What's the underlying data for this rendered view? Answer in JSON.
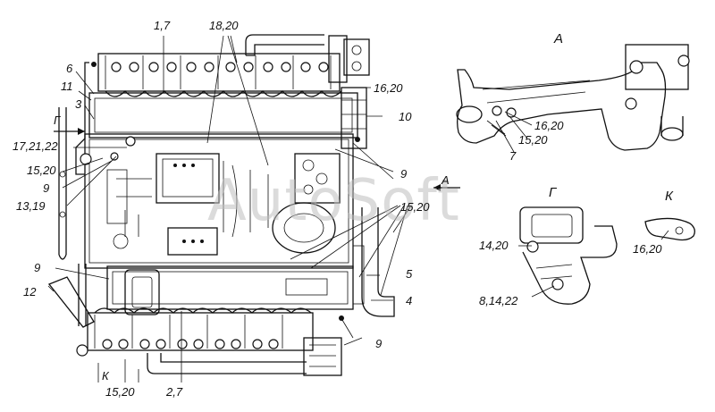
{
  "watermark": "AutoSoft",
  "labels": {
    "l_1_7": "1,7",
    "l_18_20": "18,20",
    "l_6": "6",
    "l_11": "11",
    "l_3": "3",
    "l_G_arrow": "Г",
    "l_17_21_22": "17,21,22",
    "l_15_20_left": "15,20",
    "l_9_left_a": "9",
    "l_13_19": "13,19",
    "l_16_20_top": "16,20",
    "l_10": "10",
    "l_9_mid": "9",
    "l_15_20_mid": "15,20",
    "l_5": "5",
    "l_4": "4",
    "l_9_left_b": "9",
    "l_12": "12",
    "l_9_bottom": "9",
    "l_K_bottom": "К",
    "l_15_20_bottom": "15,20",
    "l_2_7": "2,7",
    "l_A_view": "А",
    "l_16_20_A": "16,20",
    "l_15_20_A": "15,20",
    "l_7_A": "7",
    "l_A_arrow": "А",
    "l_G_view": "Г",
    "l_14_20": "14,20",
    "l_8_14_22": "8,14,22",
    "l_K_view": "К",
    "l_16_20_K": "16,20"
  }
}
